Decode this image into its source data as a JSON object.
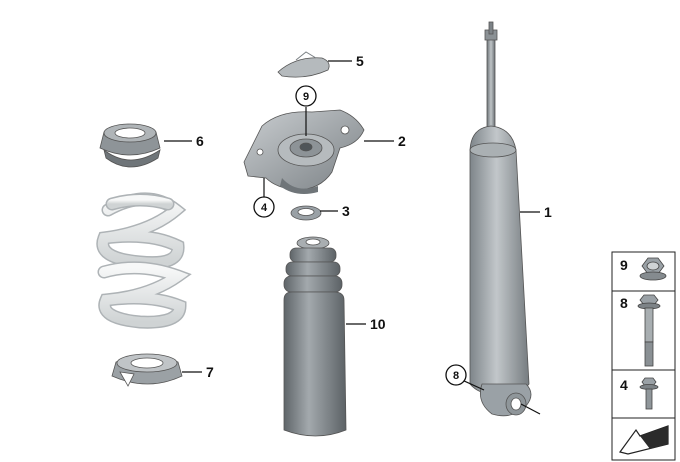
{
  "callouts": {
    "p1": "1",
    "p2": "2",
    "p3": "3",
    "p4": "4",
    "p5": "5",
    "p6": "6",
    "p7": "7",
    "p8": "8",
    "p9": "9",
    "p10": "10"
  },
  "legend": {
    "items": [
      {
        "number": "9",
        "icon": "flange-nut-icon"
      },
      {
        "number": "8",
        "icon": "hex-bolt-icon"
      },
      {
        "number": "4",
        "icon": "small-bolt-icon"
      }
    ],
    "bottom_icon": "arrow-shield-icon"
  },
  "colors": {
    "metal": "#9aa1a6",
    "metal_dark": "#6d7378",
    "spring": "#eceeee",
    "rubber": "#7f8589",
    "line": "#111111"
  }
}
